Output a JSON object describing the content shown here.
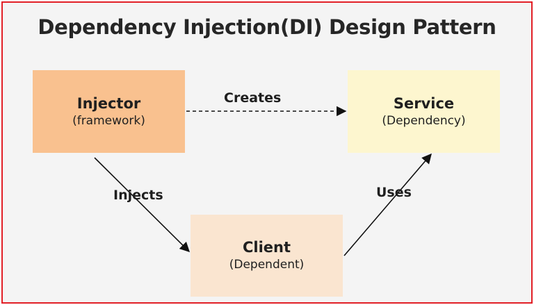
{
  "title": "Dependency Injection(DI) Design Pattern",
  "nodes": {
    "injector": {
      "name": "Injector",
      "sub": "(framework)",
      "color": "#f9c18f"
    },
    "service": {
      "name": "Service",
      "sub": "(Dependency)",
      "color": "#fdf6cf"
    },
    "client": {
      "name": "Client",
      "sub": "(Dependent)",
      "color": "#fae5d0"
    }
  },
  "edges": {
    "creates": {
      "label": "Creates",
      "from": "Injector",
      "to": "Service",
      "style": "dashed"
    },
    "injects": {
      "label": "Injects",
      "from": "Injector",
      "to": "Client",
      "style": "solid"
    },
    "uses": {
      "label": "Uses",
      "from": "Client",
      "to": "Service",
      "style": "solid"
    }
  },
  "frame_color": "#e21f26"
}
